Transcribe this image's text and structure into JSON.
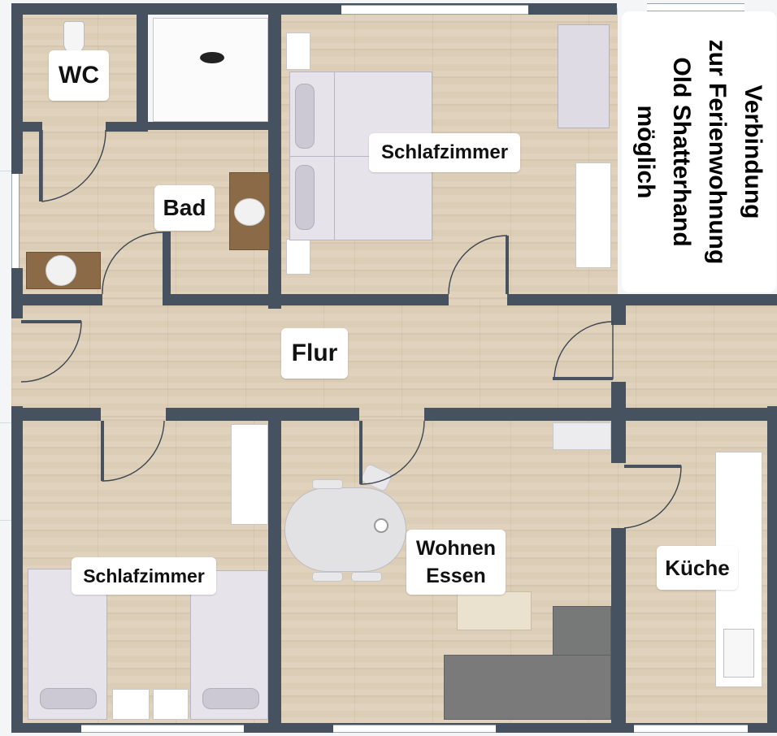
{
  "rooms": {
    "wc": "WC",
    "bad": "Bad",
    "schlafzimmer_top": "Schlafzimmer",
    "flur": "Flur",
    "schlafzimmer_bottom": "Schlafzimmer",
    "wohnen": [
      "Wohnen",
      "Essen"
    ],
    "kueche": "Küche"
  },
  "note": {
    "lines": [
      "Verbindung",
      "zur Ferienwohnung",
      "Old Shatterhand",
      "möglich"
    ]
  },
  "colors": {
    "wall": "#465260",
    "floor": "#dccdb6",
    "label_background": "#ffffff",
    "sofa": "#7a7a7a",
    "bed": "#e6e3ea"
  }
}
